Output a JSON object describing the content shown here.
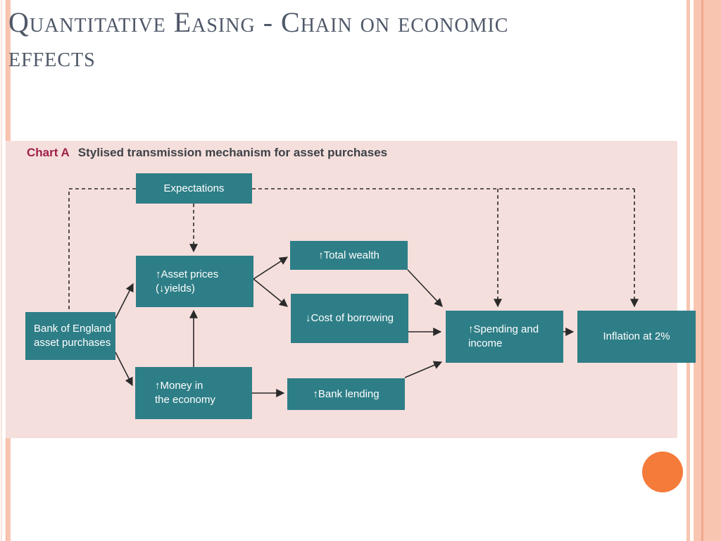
{
  "slide": {
    "title": "Quantitative Easing - Chain on economic effects",
    "title_lines": [
      "Quantitative Easing - Chain on economic",
      "effects"
    ]
  },
  "chart": {
    "label": "Chart A",
    "subtitle": "Stylised transmission mechanism for asset purchases",
    "nodes": {
      "expectations": "Expectations",
      "asset_prices": {
        "line1": "↑Asset prices",
        "line2": "(↓yields)"
      },
      "total_wealth": "↑Total wealth",
      "cost_of_borrowing": "↓Cost of borrowing",
      "boe": {
        "line1": "Bank of England",
        "line2": "asset purchases"
      },
      "money": {
        "line1": "↑Money in",
        "line2": "the economy"
      },
      "bank_lending": "↑Bank lending",
      "spending": {
        "line1": "↑Spending and",
        "line2": "income"
      },
      "inflation": "Inflation at 2%"
    }
  },
  "colors": {
    "box_teal": "#2e7e87",
    "chart_bg": "#f5dfdc",
    "chart_label_maroon": "#9e2048",
    "title_slate": "#4e5868",
    "accent_orange": "#f57b3b",
    "border_salmon": "#f8c5b0",
    "border_salmon_light": "#fae3db",
    "arrow_dark": "#2a2a2a"
  }
}
